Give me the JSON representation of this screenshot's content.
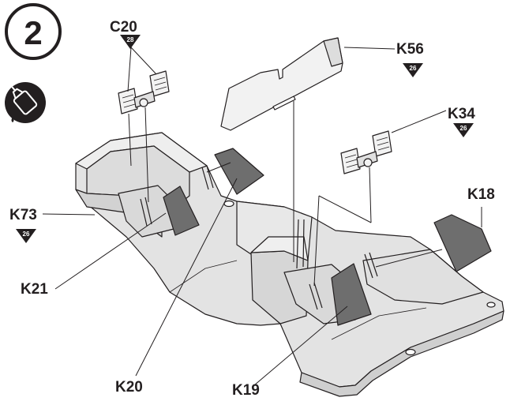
{
  "step": {
    "number": "2",
    "icon": "glue-tube-icon"
  },
  "parts": [
    {
      "id": "C20",
      "label": "C20",
      "badge": "28"
    },
    {
      "id": "K56",
      "label": "K56",
      "badge": "26"
    },
    {
      "id": "K34",
      "label": "K34",
      "badge": "26"
    },
    {
      "id": "K18",
      "label": "K18"
    },
    {
      "id": "K73",
      "label": "K73",
      "badge": "26"
    },
    {
      "id": "K21",
      "label": "K21"
    },
    {
      "id": "K20",
      "label": "K20"
    },
    {
      "id": "K19",
      "label": "K19"
    }
  ],
  "colors": {
    "ink": "#231f20",
    "floor_fill": "#e3e3e3",
    "part_fill": "#f2f2f2",
    "dark_part_fill": "#6e6e6e"
  }
}
